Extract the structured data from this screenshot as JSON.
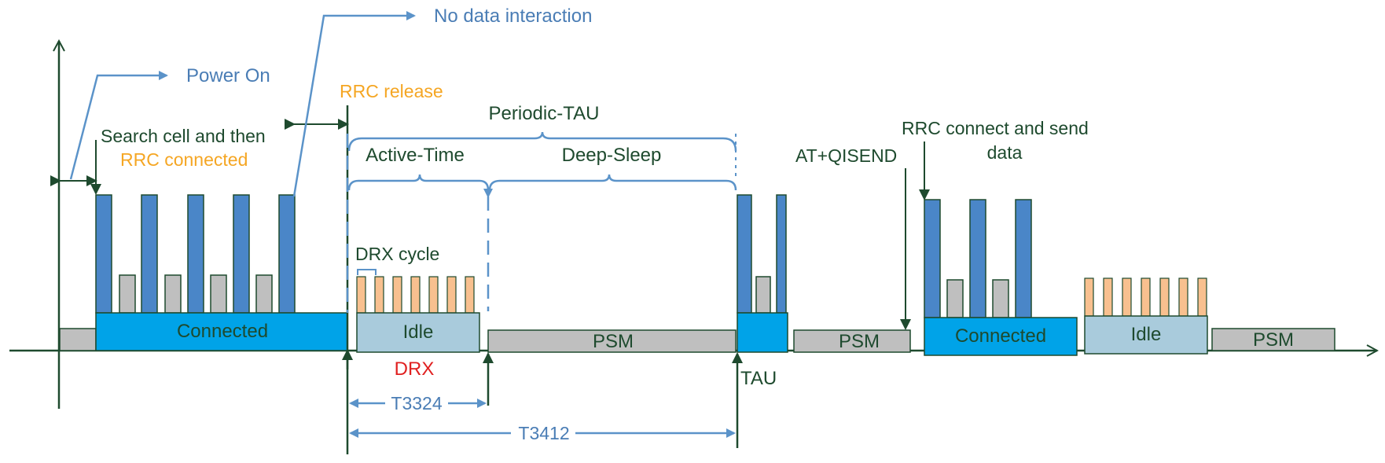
{
  "colors": {
    "axis": "#1e4a2e",
    "text_dark": "#1e4a2e",
    "text_blue": "#4a7db5",
    "text_orange": "#f5a623",
    "text_red": "#e02020",
    "connected_fill": "#00a3e8",
    "idle_fill": "#a9cbdc",
    "psm_fill": "#bfbfbf",
    "tall_bar": "#4a86c8",
    "short_bar": "#bfbfbf",
    "drx_bar": "#f8c08f",
    "arrow_blue": "#5b93c9"
  },
  "labels": {
    "power_on": "Power On",
    "no_data_interaction": "No data interaction",
    "rrc_release": "RRC release",
    "periodic_tau": "Periodic-TAU",
    "search_cell_line1": "Search cell and then",
    "search_cell_line2": "RRC connected",
    "active_time": "Active-Time",
    "deep_sleep": "Deep-Sleep",
    "at_qisend": "AT+QISEND",
    "rrc_send_line1": "RRC connect and send",
    "rrc_send_line2": "data",
    "drx_cycle": "DRX cycle",
    "drx": "DRX",
    "tau": "TAU",
    "t3324": "T3324",
    "t3412": "T3412"
  },
  "states": {
    "connected_1": "Connected",
    "idle_1": "Idle",
    "psm_1": "PSM",
    "psm_2": "PSM",
    "connected_2": "Connected",
    "idle_2": "Idle",
    "psm_3": "PSM"
  }
}
